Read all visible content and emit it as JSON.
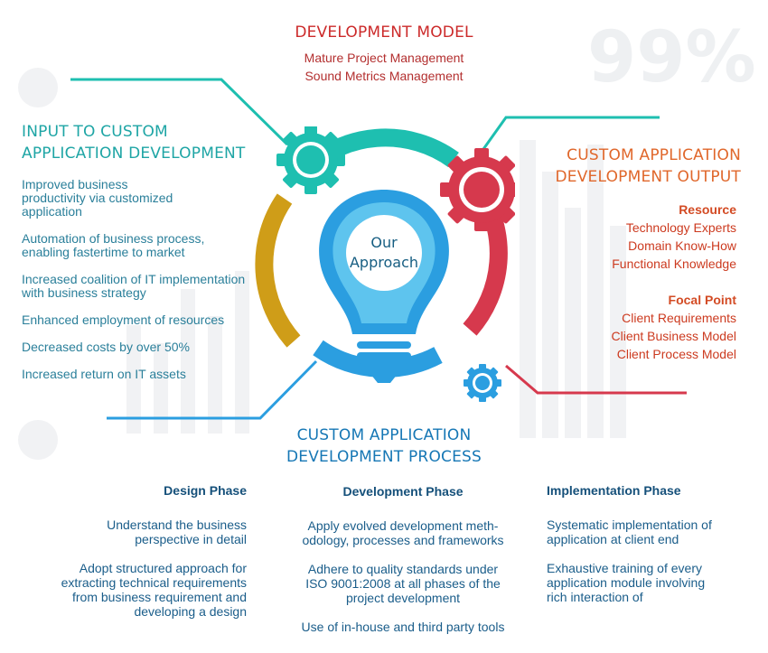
{
  "watermark": {
    "percent": "99%"
  },
  "development_model": {
    "title": "DEVELOPMENT MODEL",
    "items": [
      "Mature Project Management",
      "Sound Metrics Management"
    ]
  },
  "input": {
    "title_line1": "INPUT TO CUSTOM",
    "title_line2": "APPLICATION DEVELOPMENT",
    "items": [
      "Improved business productivity via customized application",
      "Automation of business process, enabling fastertime to market",
      "Increased coalition of IT implementation with business strategy",
      "Enhanced employment of resources",
      "Decreased costs by over 50%",
      "Increased return on IT assets"
    ]
  },
  "output": {
    "title_line1": "CUSTOM APPLICATION",
    "title_line2": "DEVELOPMENT OUTPUT",
    "resource": {
      "label": "Resource",
      "items": [
        "Technology Experts",
        "Domain Know-How",
        "Functional Knowledge"
      ]
    },
    "focal_point": {
      "label": "Focal Point",
      "items": [
        "Client Requirements",
        "Client Business Model",
        "Client Process Model"
      ]
    }
  },
  "bulb": {
    "line1": "Our",
    "line2": "Approach"
  },
  "process": {
    "title_line1": "CUSTOM APPLICATION",
    "title_line2": "DEVELOPMENT PROCESS",
    "phases": [
      {
        "title": "Design Phase",
        "items": [
          "Understand the business perspective in detail",
          "Adopt structured approach for extracting technical requirements from business requirement and developing a design"
        ]
      },
      {
        "title": "Development Phase",
        "items": [
          "Apply evolved development meth-odology, processes and frameworks",
          "Adhere to quality standards under ISO 9001:2008 at all phases of the project development",
          "Use of in-house and third party tools"
        ]
      },
      {
        "title": "Implementation Phase",
        "items": [
          "Systematic implementation of application at client end",
          "Exhaustive training of every application module involving rich interaction of"
        ]
      }
    ]
  },
  "colors": {
    "teal": "#1ebfb0",
    "red": "#d6394d",
    "mustard": "#cf9d18",
    "blue": "#2b9ee0",
    "light_blue": "#5ec4ee",
    "watermark": "#eef0f2"
  }
}
